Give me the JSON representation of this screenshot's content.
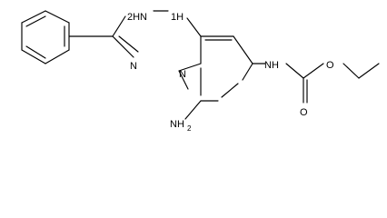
{
  "molecule": {
    "labels": {
      "nh2n": "2HN",
      "nh1": "1H",
      "n4": "N",
      "n6": "N",
      "amine": "NH",
      "nh2": "NH",
      "sub2": "2",
      "o_ether": "O",
      "o_carbonyl": "O"
    }
  },
  "colors": {
    "bond": "#000000",
    "label": "#000000",
    "background": "#ffffff"
  }
}
